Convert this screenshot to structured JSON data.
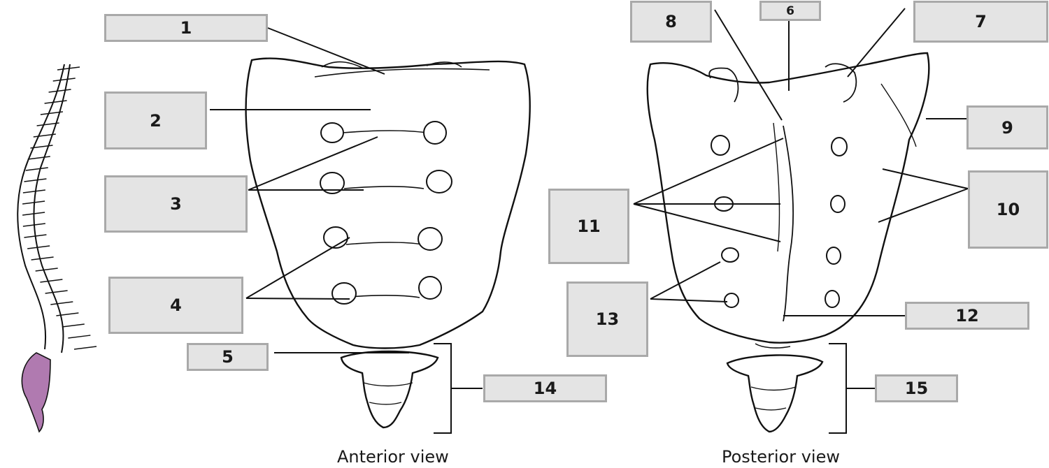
{
  "labels": {
    "l1": "1",
    "l2": "2",
    "l3": "3",
    "l4": "4",
    "l5": "5",
    "l6": "6",
    "l7": "7",
    "l8": "8",
    "l9": "9",
    "l10": "10",
    "l11": "11",
    "l12": "12",
    "l13": "13",
    "l14": "14",
    "l15": "15"
  },
  "captions": {
    "anterior": "Anterior view",
    "posterior": "Posterior view"
  },
  "colors": {
    "box_fill": "#e4e4e4",
    "box_border": "#a9a9a9",
    "sacrum_highlight": "#b07ab0",
    "line": "#111111"
  }
}
